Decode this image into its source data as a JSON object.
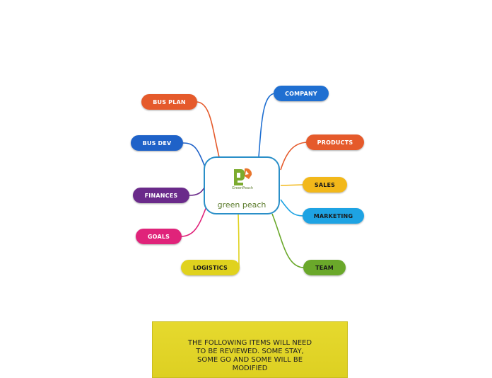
{
  "center": {
    "label": "green peach",
    "logo_text": "GreenPeach"
  },
  "branches": [
    {
      "id": "company",
      "label": "COMPANY",
      "color": "#1f6fd1",
      "text": "dark"
    },
    {
      "id": "products",
      "label": "PRODUCTS",
      "color": "#e55a2b",
      "text": "dark"
    },
    {
      "id": "sales",
      "label": "SALES",
      "color": "#f2b81a",
      "text": "light"
    },
    {
      "id": "marketing",
      "label": "MARKETING",
      "color": "#1ea3e3",
      "text": "light"
    },
    {
      "id": "team",
      "label": "TEAM",
      "color": "#6aa82a",
      "text": "light"
    },
    {
      "id": "logistics",
      "label": "LOGISTICS",
      "color": "#e0d21e",
      "text": "light"
    },
    {
      "id": "goals",
      "label": "GOALS",
      "color": "#e0237a",
      "text": "dark"
    },
    {
      "id": "finances",
      "label": "FINANCES",
      "color": "#6a2a8a",
      "text": "dark"
    },
    {
      "id": "bus-dev",
      "label": "BUS DEV",
      "color": "#1f62c8",
      "text": "dark"
    },
    {
      "id": "bus-plan",
      "label": "BUS PLAN",
      "color": "#e55a2b",
      "text": "dark"
    }
  ],
  "note": {
    "text": "THE FOLLOWING ITEMS WILL NEED TO BE REVIEWED. SOME STAY, SOME GO AND SOME WILL BE MODIFIED"
  }
}
